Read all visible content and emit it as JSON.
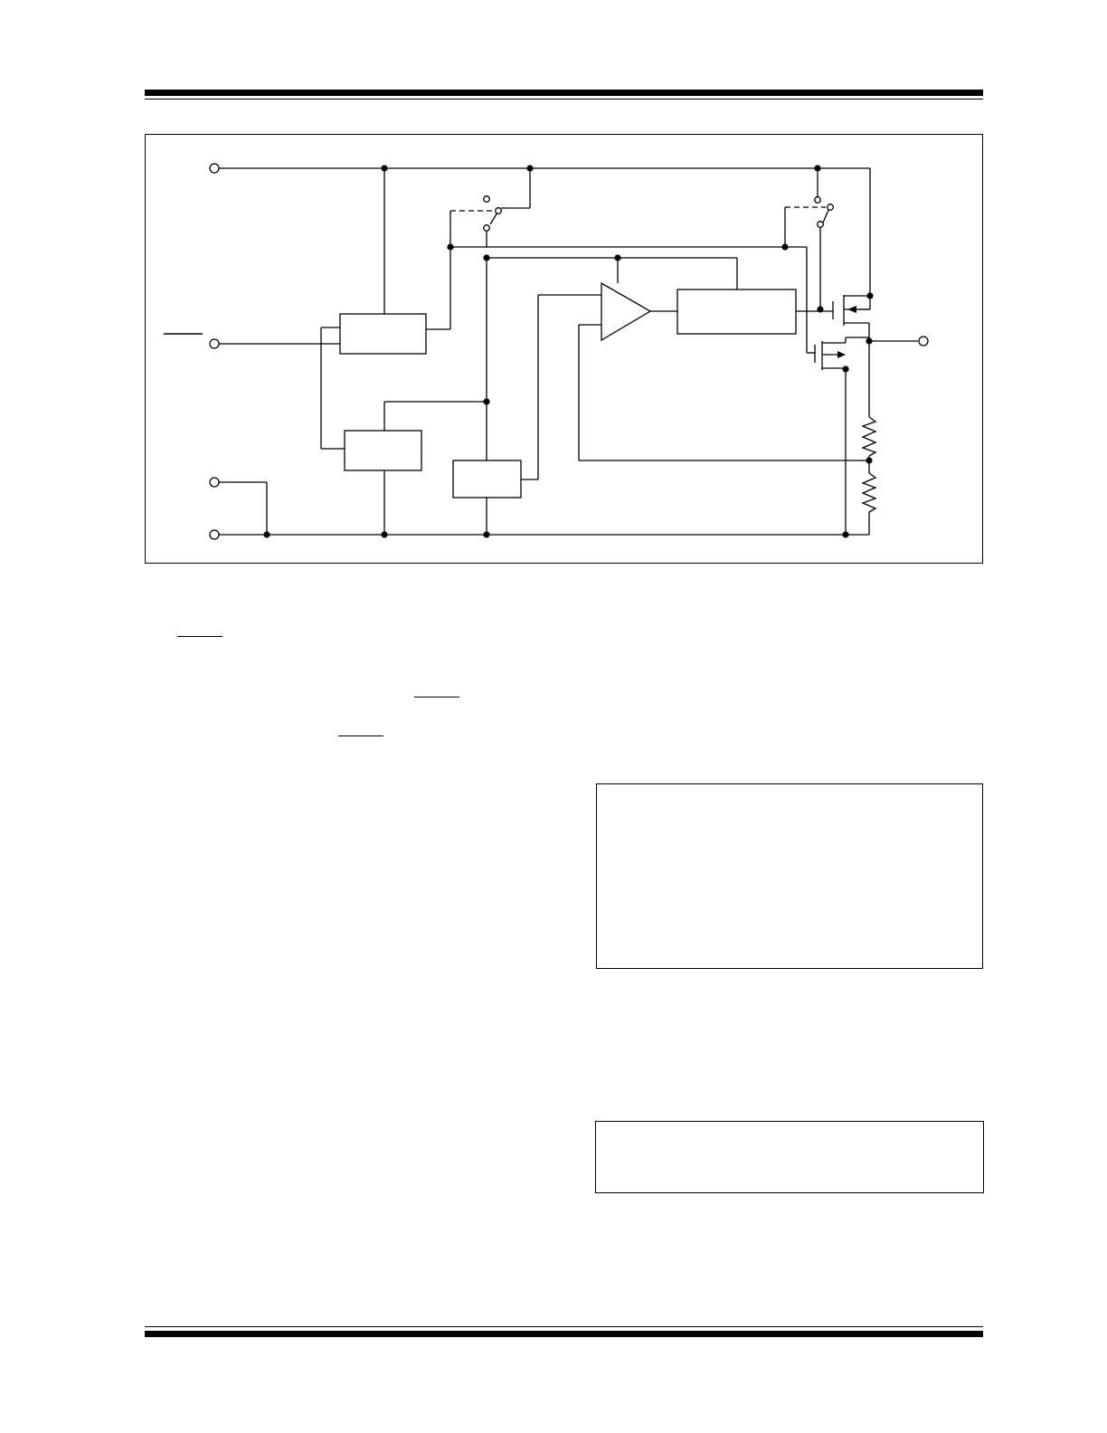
{
  "page": {
    "background": "#ffffff",
    "ink": "#000000"
  },
  "diagram": {
    "kind": "block-diagram",
    "pins": [],
    "blocks": [],
    "components": [
      "pmos-pass-transistor",
      "nmos-transistor",
      "error-amplifier",
      "resistor-divider",
      "switch",
      "switch"
    ]
  },
  "text_boxes": [
    {
      "lines": []
    },
    {
      "lines": []
    }
  ]
}
